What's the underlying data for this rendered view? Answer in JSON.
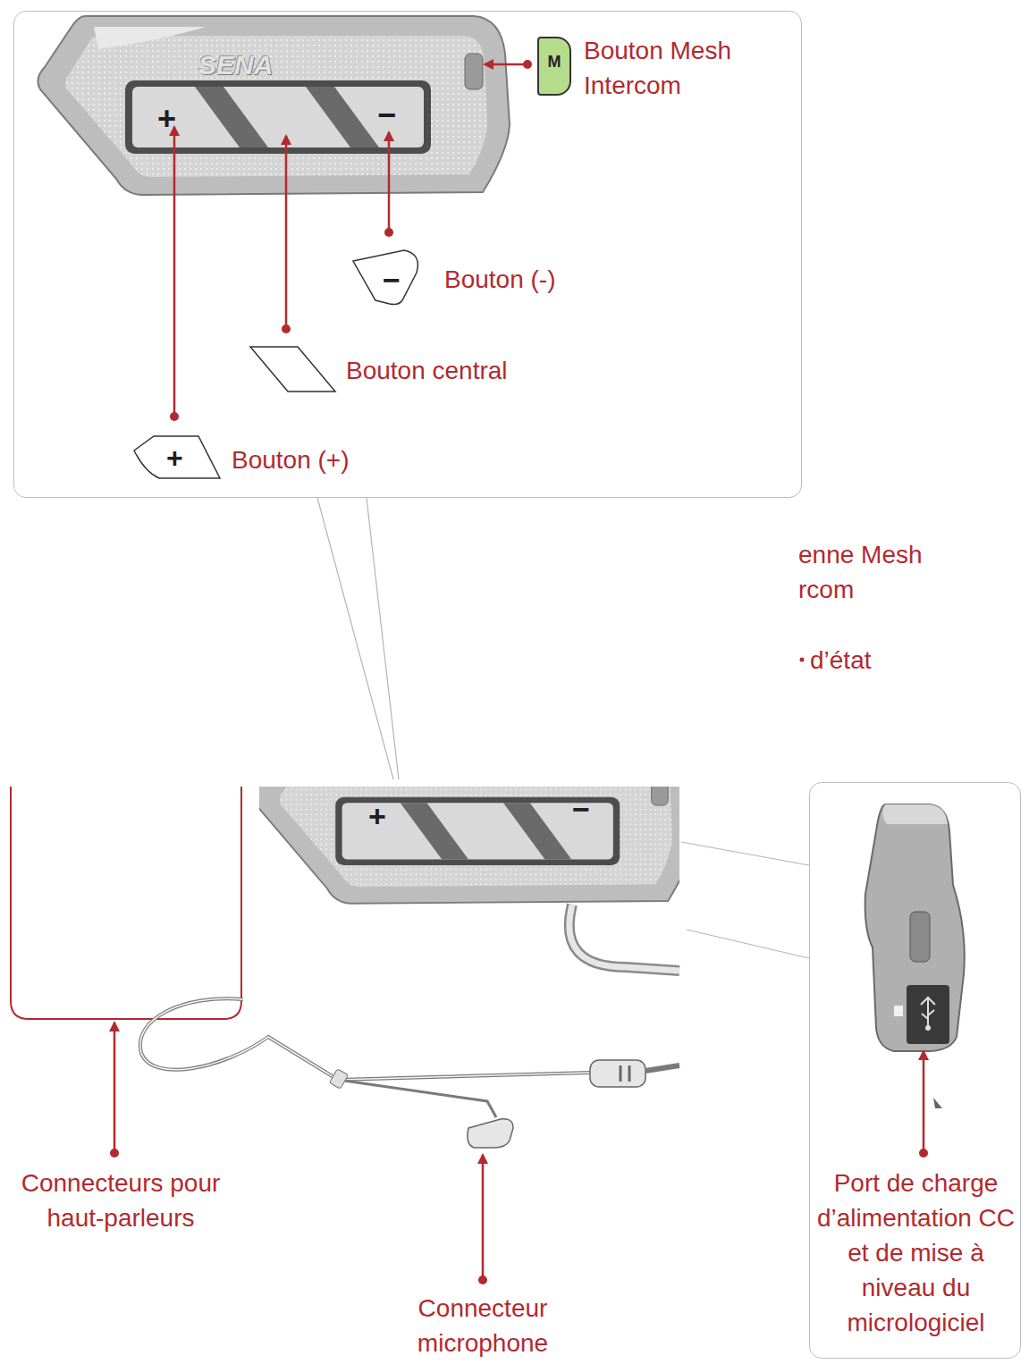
{
  "diagram": {
    "nodes": [
      {
        "text": [
          "Bouton Mesh Intercom",
          "Bouton (-)",
          "Bouton central",
          "Bouton (+)"
        ]
      },
      {
        "text": [
          "M"
        ],
        "in": 0
      },
      {
        "text": [
          "Port de charge d’alimentation CC et de mise à niveau du micrologiciel"
        ]
      }
    ],
    "labels": [
      "SENA",
      "+",
      "−",
      "+",
      "−",
      "+",
      "−",
      "enne Mesh rcom",
      "d’état",
      "Connecteurs pour haut-parleurs",
      "Connecteur microphone"
    ]
  }
}
